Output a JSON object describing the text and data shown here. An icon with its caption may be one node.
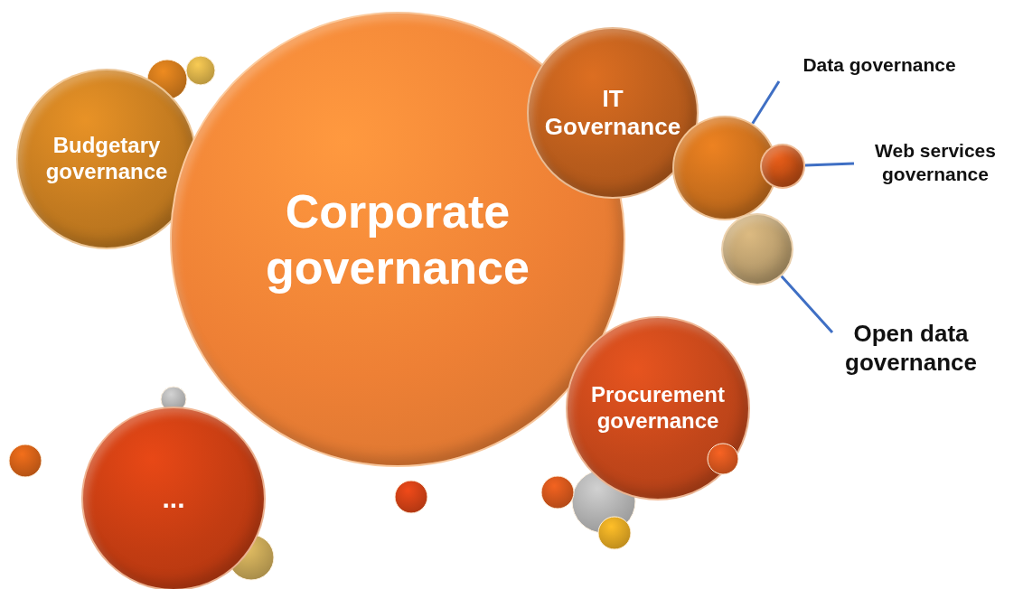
{
  "diagram": {
    "nodes": [
      {
        "text": [
          "Budgetary governance"
        ]
      },
      {
        "text": [
          "Corporate governance"
        ]
      },
      {
        "text": [
          "IT Governance"
        ]
      },
      {
        "text": [
          "Data governance"
        ]
      },
      {
        "text": [],
        "shape": "circle"
      },
      {
        "text": [
          "Web services governance"
        ]
      },
      {
        "text": [],
        "shape": "circle"
      },
      {
        "text": [],
        "shape": "circle"
      },
      {
        "text": [
          "Open data governance"
        ]
      },
      {
        "text": [
          "Procurement governance"
        ]
      },
      {
        "text": [
          "..."
        ]
      }
    ],
    "edges": [
      {
        "from": 3,
        "to": 4,
        "arrow": "none"
      },
      {
        "from": 5,
        "to": 6,
        "arrow": "none"
      },
      {
        "from": 8,
        "to": 7,
        "arrow": "none"
      }
    ]
  }
}
